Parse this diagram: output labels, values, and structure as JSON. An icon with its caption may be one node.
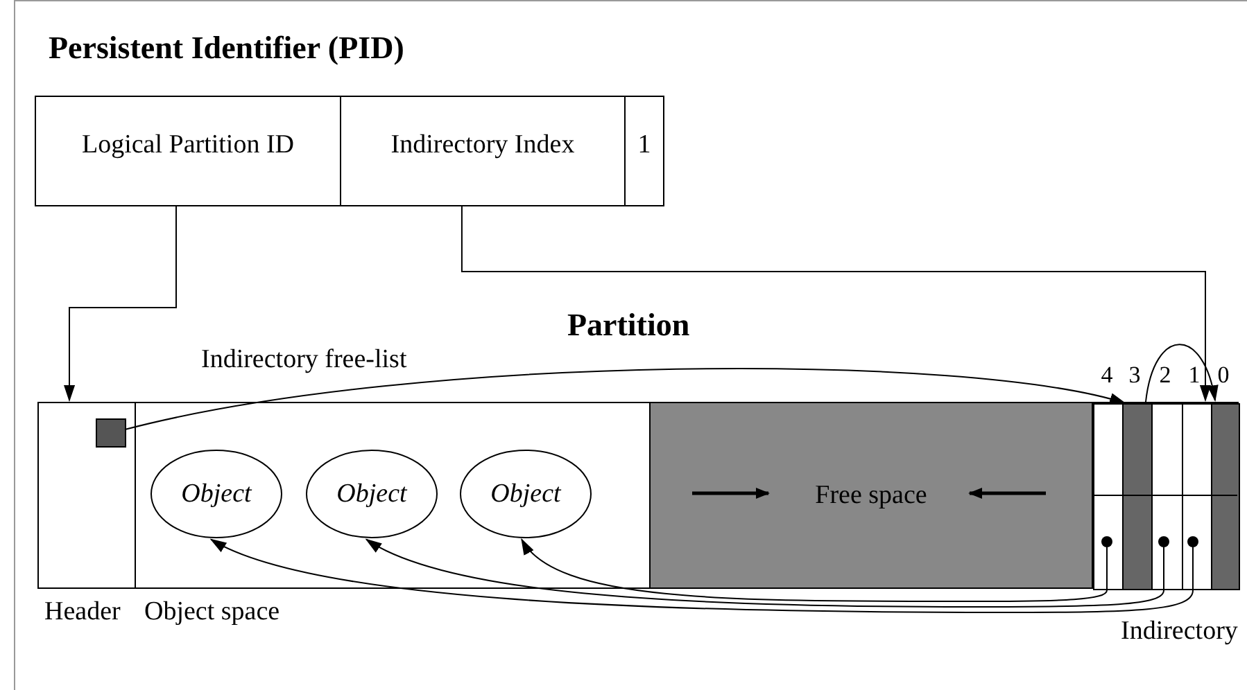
{
  "diagram": {
    "nodes": [
      {
        "text": [
          "Persistent Identifier (PID)"
        ]
      },
      {
        "text": [
          "Logical Partition ID"
        ],
        "in": 0
      },
      {
        "text": [
          "Indirectory Index"
        ],
        "in": 0
      },
      {
        "text": [
          "1"
        ],
        "in": 0
      },
      {
        "text": [
          "Partition"
        ]
      },
      {
        "text": [],
        "shape": "box",
        "in": 4,
        "beside": [
          "Header"
        ]
      },
      {
        "text": [],
        "shape": "box",
        "in": 5
      },
      {
        "text": [],
        "shape": "box",
        "in": 4,
        "beside": [
          "Object space"
        ]
      },
      {
        "text": [
          "Object"
        ],
        "in": 7
      },
      {
        "text": [
          "Object"
        ],
        "in": 7
      },
      {
        "text": [
          "Object"
        ],
        "in": 7
      },
      {
        "text": [
          "Free space"
        ],
        "in": 4
      },
      {
        "text": [],
        "shape": "box",
        "in": 4,
        "beside": [
          "Indirectory"
        ]
      },
      {
        "text": [],
        "shape": "box",
        "in": 12,
        "beside": [
          "4"
        ]
      },
      {
        "text": [],
        "shape": "box",
        "in": 12,
        "beside": [
          "3"
        ]
      },
      {
        "text": [],
        "shape": "box",
        "in": 12,
        "beside": [
          "2"
        ]
      },
      {
        "text": [],
        "shape": "box",
        "in": 12,
        "beside": [
          "1"
        ]
      },
      {
        "text": [],
        "shape": "box",
        "in": 12,
        "beside": [
          "0"
        ]
      }
    ],
    "edges": [
      {
        "from": 1,
        "to": 5,
        "arrow": "to"
      },
      {
        "from": 2,
        "to": 16,
        "arrow": "to"
      },
      {
        "from": 6,
        "to": 14,
        "arrow": "to",
        "label": "Indirectory free-list"
      },
      {
        "from": 14,
        "to": 17,
        "arrow": "to"
      },
      {
        "from": 16,
        "to": 8,
        "arrow": "to"
      },
      {
        "from": 15,
        "to": 9,
        "arrow": "to"
      },
      {
        "from": 13,
        "to": 10,
        "arrow": "to"
      }
    ]
  }
}
